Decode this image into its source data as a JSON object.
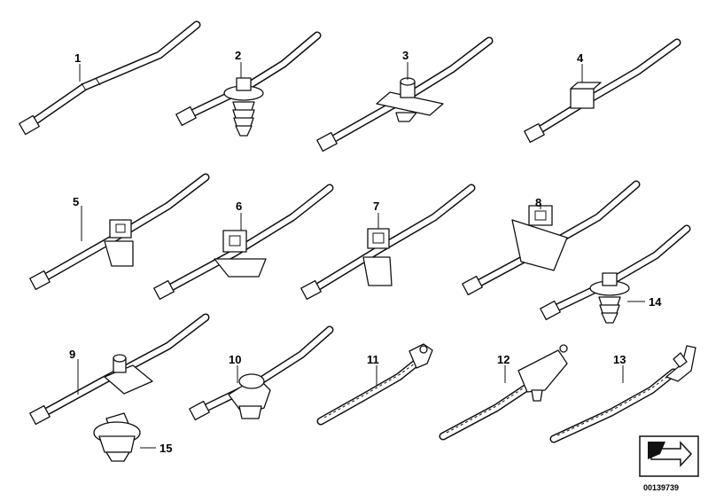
{
  "callouts": {
    "c1": "1",
    "c2": "2",
    "c3": "3",
    "c4": "4",
    "c5": "5",
    "c6": "6",
    "c7": "7",
    "c8": "8",
    "c9": "9",
    "c10": "10",
    "c11": "11",
    "c12": "12",
    "c13": "13",
    "c14": "14",
    "c15": "15"
  },
  "document_number": "00139739"
}
